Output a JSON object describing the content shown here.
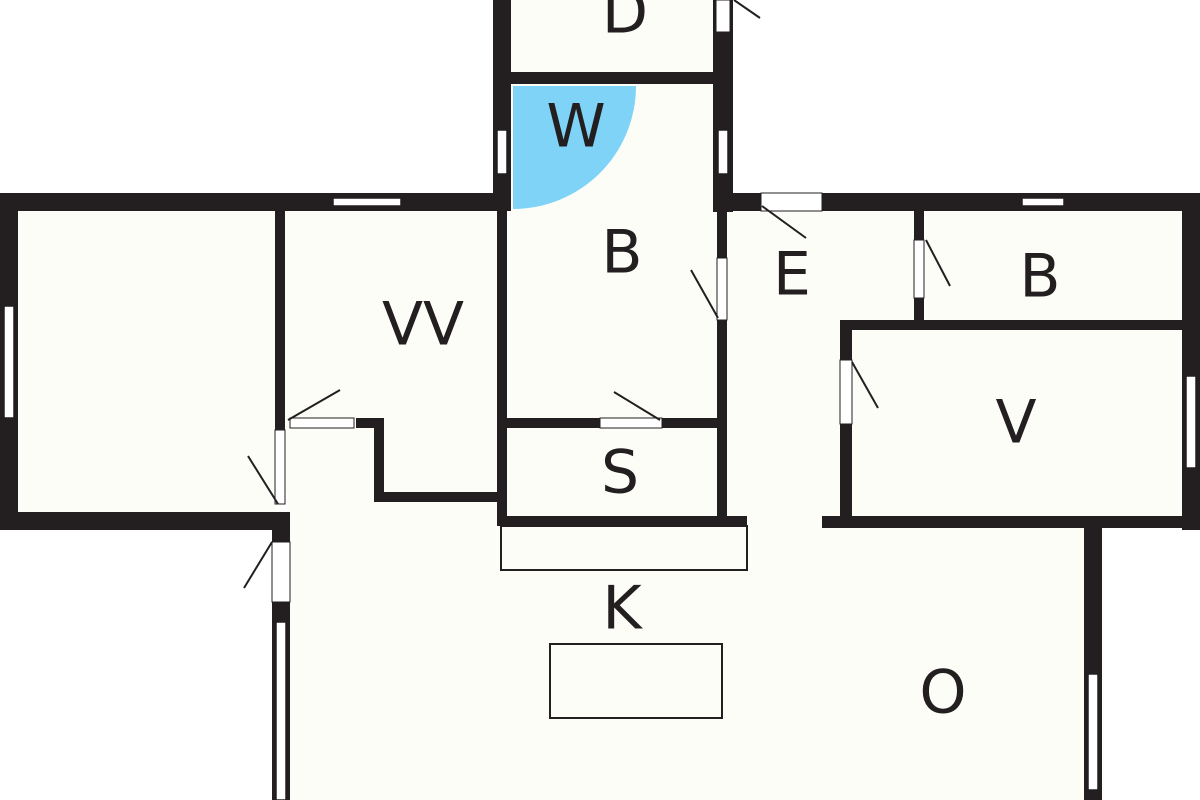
{
  "floorplan": {
    "colors": {
      "wall": "#231f20",
      "floor": "#fdfdf8",
      "wardrobe": "#7fd3f6",
      "window": "#ffffff",
      "door_swing": "#231f20"
    },
    "rooms": {
      "d": "D",
      "w": "W",
      "b1": "B",
      "e": "E",
      "b2": "B",
      "vv": "VV",
      "v": "V",
      "s": "S",
      "k": "K",
      "o": "O",
      "large_left": ""
    },
    "fixtures": {
      "counter": "kitchen-counter",
      "island": "kitchen-island"
    }
  }
}
